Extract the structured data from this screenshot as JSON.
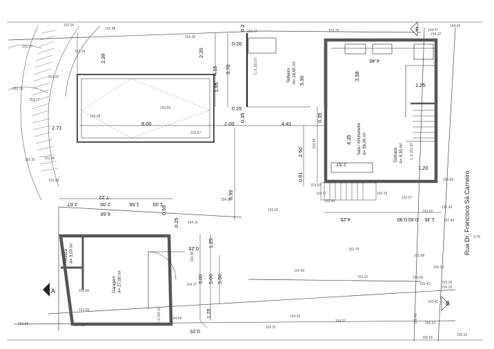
{
  "street": "Rua Dr. Francisco Sá Carneiro",
  "section_markers": [
    "A",
    "B",
    "F"
  ],
  "rooms": {
    "telheiro": {
      "name": "Telheiro",
      "area": "A= 18,60 m²"
    },
    "sala": {
      "name": "Sala / Kitchenette",
      "area": "A= 36,00 m²"
    },
    "entrada": {
      "name": "Entrada",
      "area": "A= 4,30 m²"
    },
    "tecnica": {
      "name": "Técnica",
      "area": "A= 3,00 m²"
    },
    "garagem": {
      "name": "Garagem",
      "area": "A= 27,00 m²"
    }
  },
  "cs_labels": {
    "a": "C.S.153.87",
    "b": "C.S.153.87",
    "c": "C.S.154.10"
  },
  "dimensions": {
    "d2_39": "2.39",
    "d2_20": "2.20",
    "d4_15": "4.15",
    "d3_70": "3.70",
    "d1_95": "1.95",
    "d0_20": "0.20",
    "d0_25a": "0.25",
    "d5_90": "5.90",
    "d0_2": "0.2",
    "d4_46": "4.46",
    "d3_58": "3.58",
    "d1_25a": "1.25",
    "d8_00": "8.00",
    "d2_00": "2.00",
    "d0_35a": "0.35",
    "d4_41": "4.41",
    "d0_35b": "0.35",
    "d2_71": "2.71",
    "d2_50": "2.50",
    "d4_35": "4.35",
    "d2_57": "2.57",
    "d0_91": "0.91",
    "d1_20": "1.20",
    "d7_22": "7.22",
    "d2_07": "2.07",
    "d2_00b": "2.00",
    "d1_56": "1.56",
    "d1_00": "1.00",
    "d6_66": "6.66",
    "d0_59": "0.59",
    "d0_25b": "0.25",
    "d5_99": "5.99",
    "d4_25": "4.25",
    "d0_90": "0.90",
    "d0_60": "0.60",
    "d1_35": "1.35",
    "d0_25c": "0.25",
    "d1_25b": "1.25",
    "d3_00": "3.00",
    "d5_00": "5.00",
    "d5_50": "5.50",
    "d1_25c": "1.25",
    "d0_25d": "0.25"
  },
  "levels": {
    "l152_34": "152.34",
    "l152_88": "152.88",
    "l153_17a": "153.17",
    "l153_24": "153.24",
    "l153_20": "153.20",
    "l152_39": "152.39",
    "l153_17b": "153.17",
    "l153_37": "153.37",
    "l153_26": "153.26",
    "l153_79": "153.79",
    "l154_47": "154.47",
    "l154_43": "154.43",
    "l154_32": "154.32",
    "l153_55": "153.55",
    "l153_38": "153.38",
    "l153_67": "153.67",
    "l152_92": "152.92",
    "l153_36": "153.36",
    "l153_48": "153.48",
    "l153_85a": "153.85",
    "l153_93a": "153.93",
    "l154_37": "154.37",
    "l153_84": "153.84",
    "l155_39": "155.39",
    "l153_57": "153.57",
    "l154_89": "154.89",
    "l153_62": "153.62",
    "l156_43": "156.43",
    "l157_49": "157.49",
    "l154_03": "154.03",
    "l154_11": "154.11",
    "l153_00": "153.00",
    "l153_75": "153.75",
    "l153_98": "153.98",
    "l155_53": "155.53",
    "l154_00": "154.00",
    "l154_22": "154.22",
    "l154_55": "154.55",
    "l155_43": "155.43",
    "l155_26": "155.26",
    "l155_25": "155.25",
    "l155_41": "155.41",
    "l153_85b": "153.85",
    "l153_80": "153.80",
    "l154_17": "154.17",
    "l153_93b": "153.93",
    "l154_64": "154.64",
    "l154_32b": "154.32",
    "l154_57": "154.57",
    "l155_46": "155.46",
    "l155_51": "155.51",
    "l155_55": "153.55",
    "l154_63": "154.63",
    "l155_91": "155.91",
    "l155_65": "155.65",
    "l155_62": "155.62",
    "l3_79": "3.79"
  }
}
